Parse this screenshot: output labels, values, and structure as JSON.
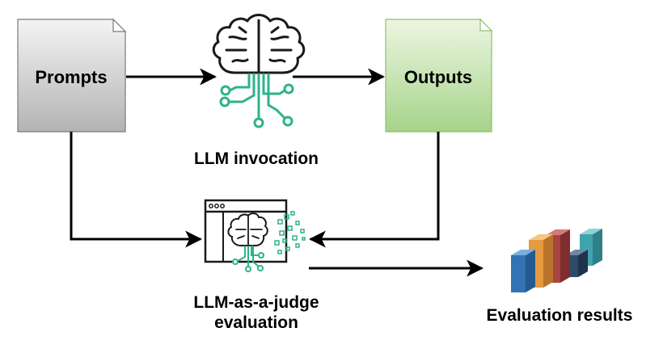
{
  "diagram": {
    "prompts_label": "Prompts",
    "outputs_label": "Outputs",
    "llm_invocation_label": "LLM invocation",
    "judge_label_line1": "LLM-as-a-judge",
    "judge_label_line2": "evaluation",
    "results_label": "Evaluation results",
    "icons": {
      "llm": "brain-circuit-icon",
      "judge": "browser-brain-icon",
      "results": "3d-bar-chart-icon"
    },
    "colors": {
      "prompts_fill_top": "#f4f4f4",
      "prompts_fill_bottom": "#b3b3b3",
      "outputs_fill_top": "#e8f4dc",
      "outputs_fill_bottom": "#a6d38a",
      "circuit_accent": "#2db38c",
      "arrow": "#000000"
    }
  }
}
